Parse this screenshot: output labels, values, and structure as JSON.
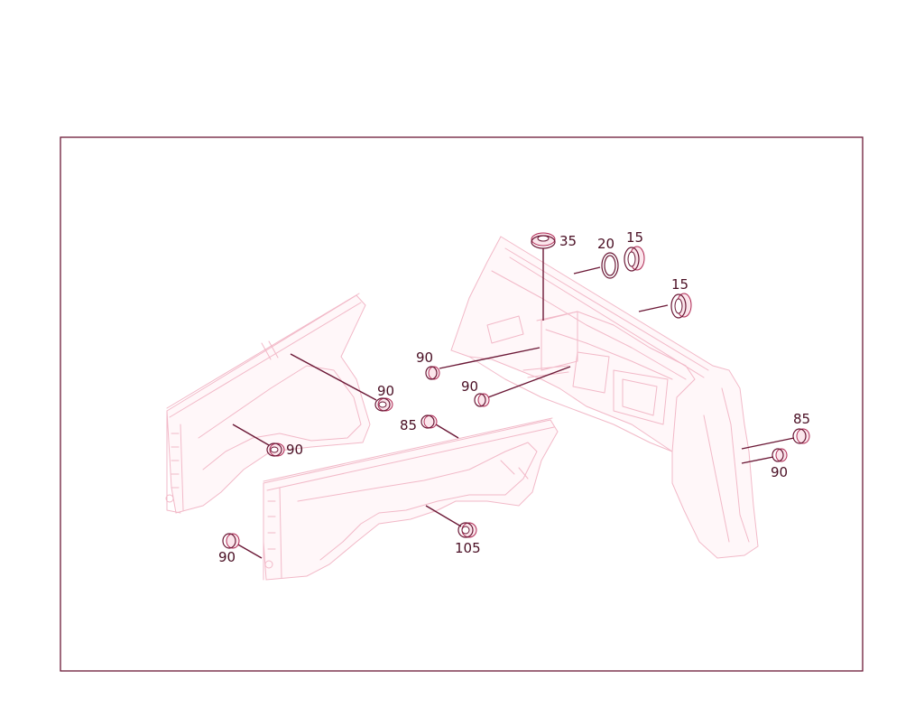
{
  "callouts": [
    {
      "id": "c35",
      "text": "35"
    },
    {
      "id": "c20",
      "text": "20"
    },
    {
      "id": "c15a",
      "text": "15"
    },
    {
      "id": "c15b",
      "text": "15"
    },
    {
      "id": "c90a",
      "text": "90"
    },
    {
      "id": "c90b",
      "text": "90"
    },
    {
      "id": "c90c",
      "text": "90"
    },
    {
      "id": "c90d",
      "text": "90"
    },
    {
      "id": "c85a",
      "text": "85"
    },
    {
      "id": "c85b",
      "text": "85"
    },
    {
      "id": "c90e",
      "text": "90"
    },
    {
      "id": "c105",
      "text": "105"
    },
    {
      "id": "c90f",
      "text": "90"
    }
  ],
  "colors": {
    "frame": "#6b1836",
    "ghost_line": "#f2b9c8",
    "part": "#b02a55",
    "text": "#4a0f24"
  }
}
